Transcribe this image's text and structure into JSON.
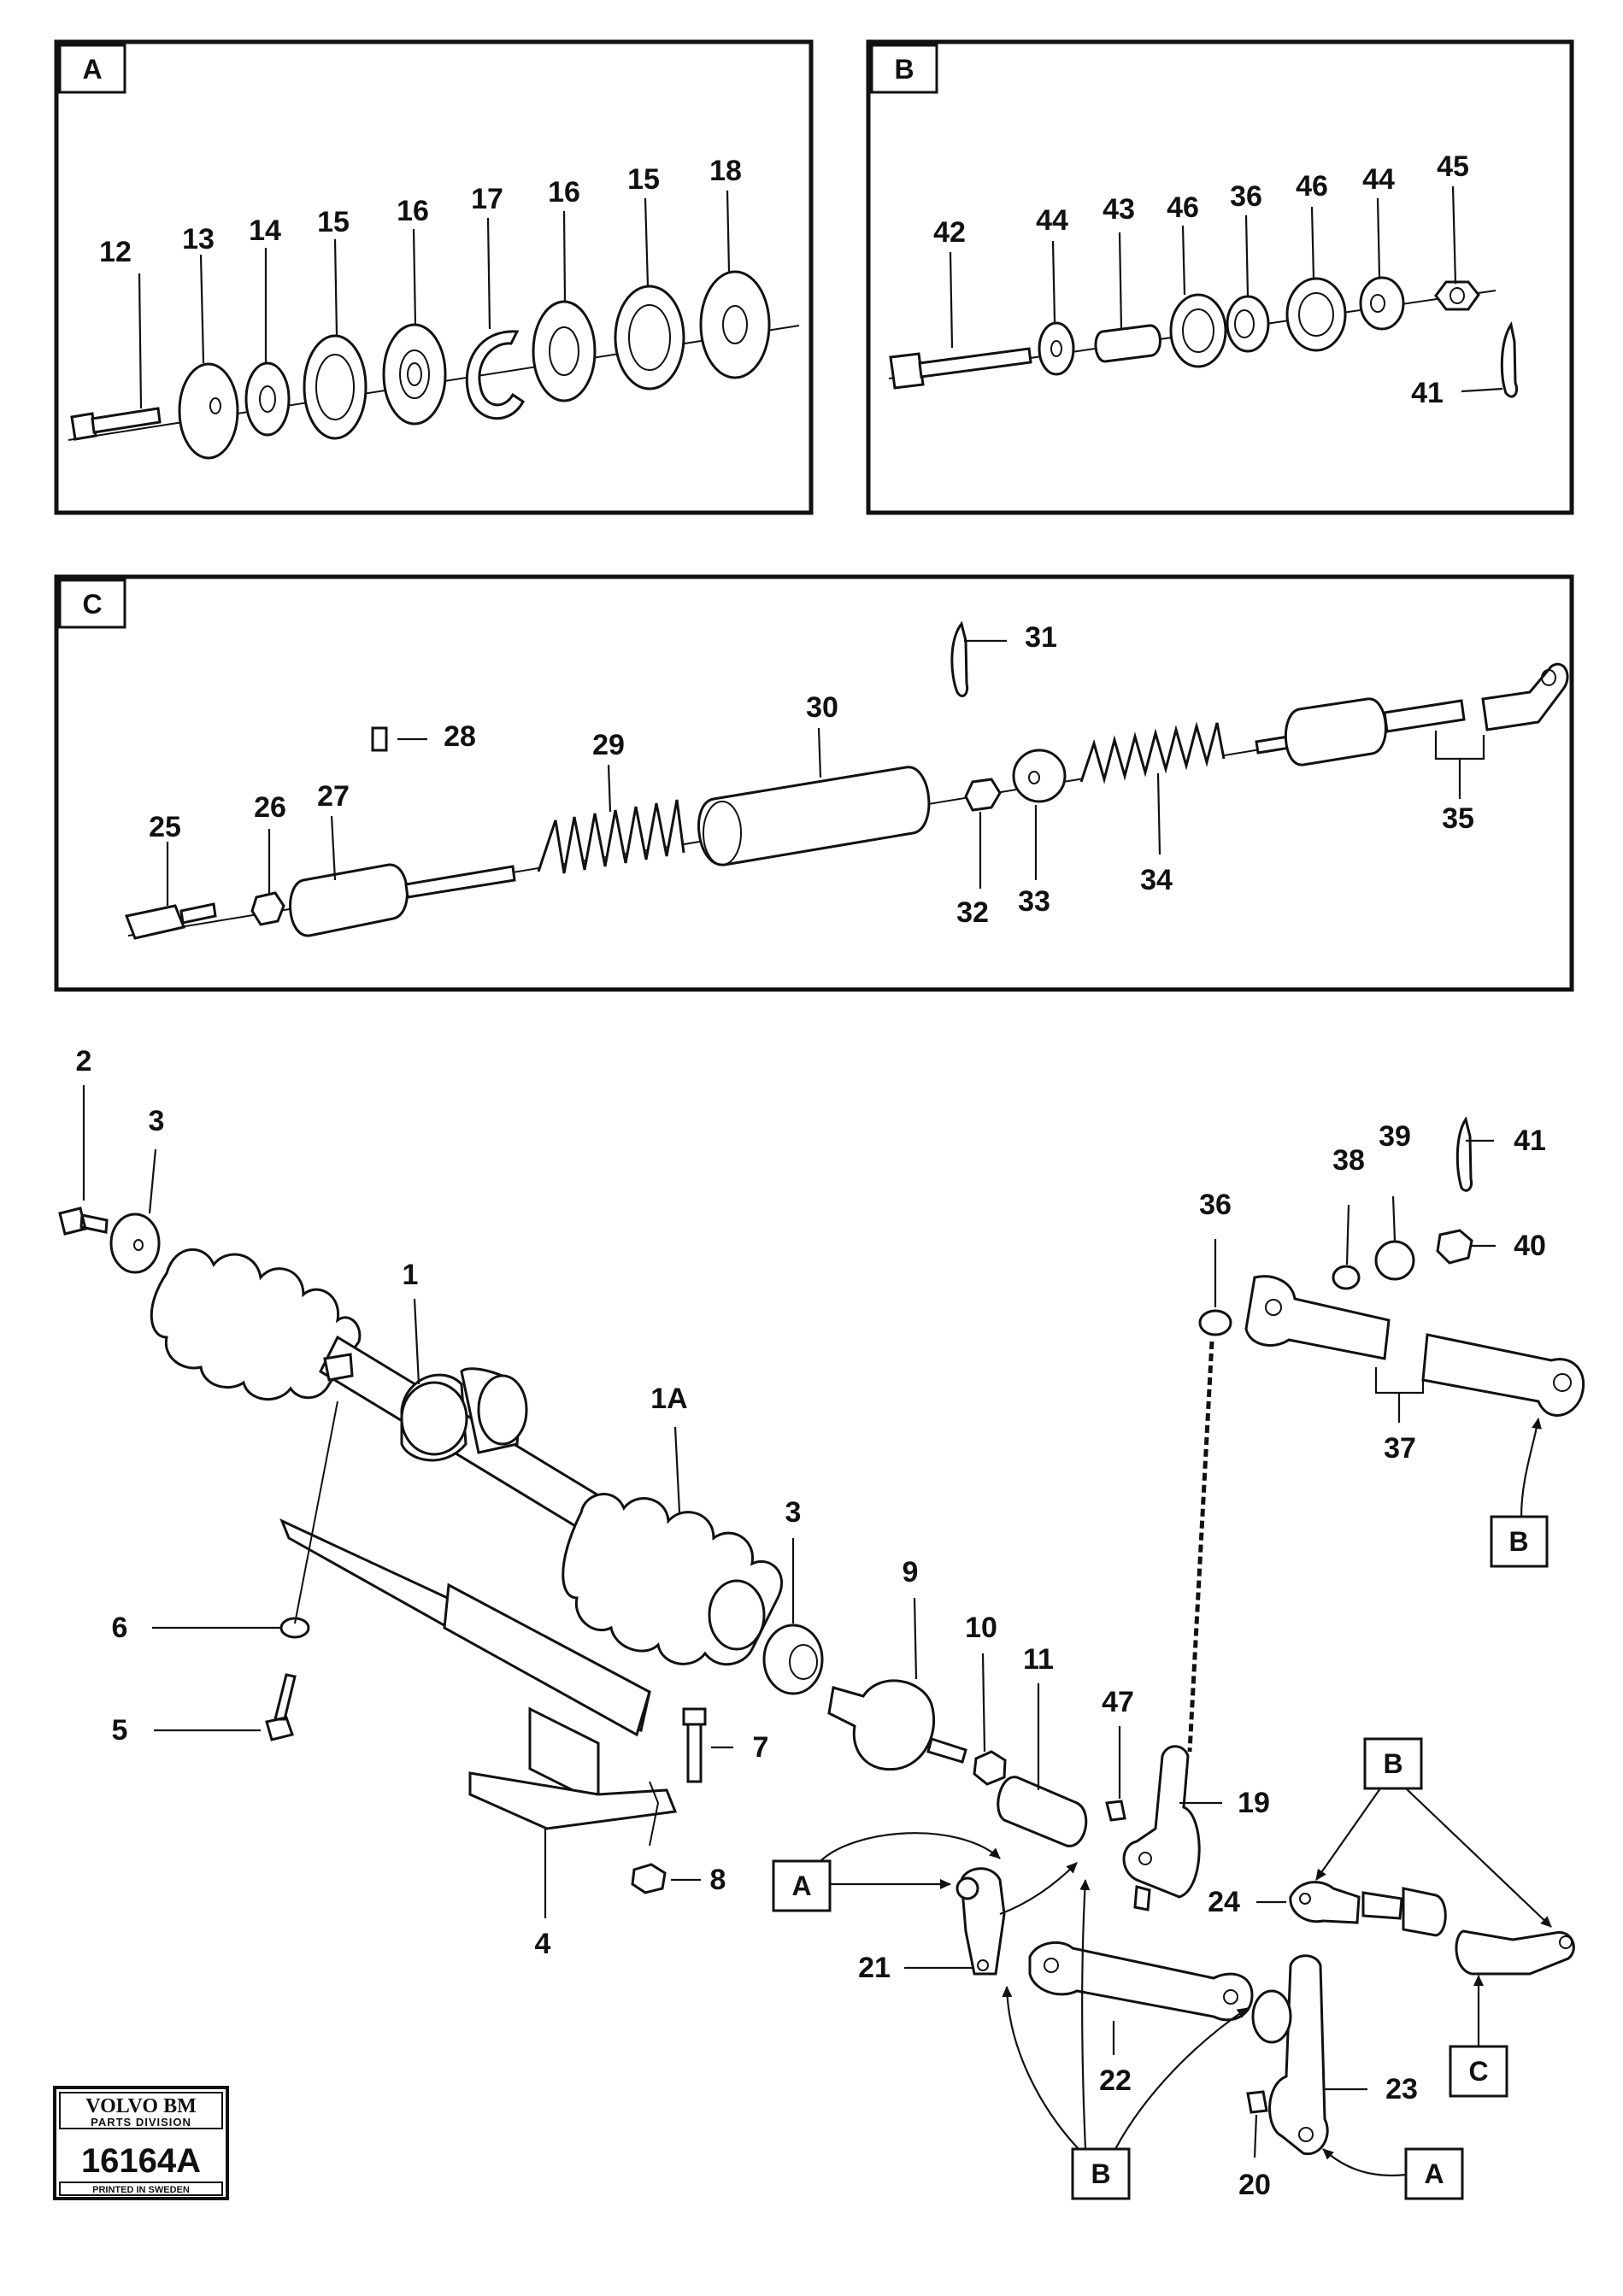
{
  "drawing": {
    "panels": [
      {
        "id": "panel-a",
        "tag": "A"
      },
      {
        "id": "panel-b",
        "tag": "B"
      },
      {
        "id": "panel-c",
        "tag": "C"
      }
    ],
    "callouts": {
      "a": [
        "12",
        "13",
        "14",
        "15",
        "16",
        "17",
        "16",
        "15",
        "18"
      ],
      "b": [
        "42",
        "44",
        "43",
        "46",
        "36",
        "46",
        "44",
        "45",
        "41"
      ],
      "c": [
        "25",
        "26",
        "27",
        "28",
        "29",
        "30",
        "31",
        "32",
        "33",
        "34",
        "35"
      ],
      "main": [
        "2",
        "3",
        "1",
        "1A",
        "3",
        "9",
        "10",
        "11",
        "6",
        "5",
        "7",
        "8",
        "4",
        "36",
        "38",
        "39",
        "41",
        "40",
        "37",
        "47",
        "19",
        "21",
        "22",
        "24",
        "23",
        "20"
      ]
    },
    "reference_boxes": [
      "B",
      "A",
      "A",
      "B",
      "B",
      "C",
      "B"
    ],
    "logo": {
      "brand": "VOLVO BM",
      "division": "PARTS DIVISION",
      "number": "16164A",
      "footer": "PRINTED IN SWEDEN"
    }
  }
}
